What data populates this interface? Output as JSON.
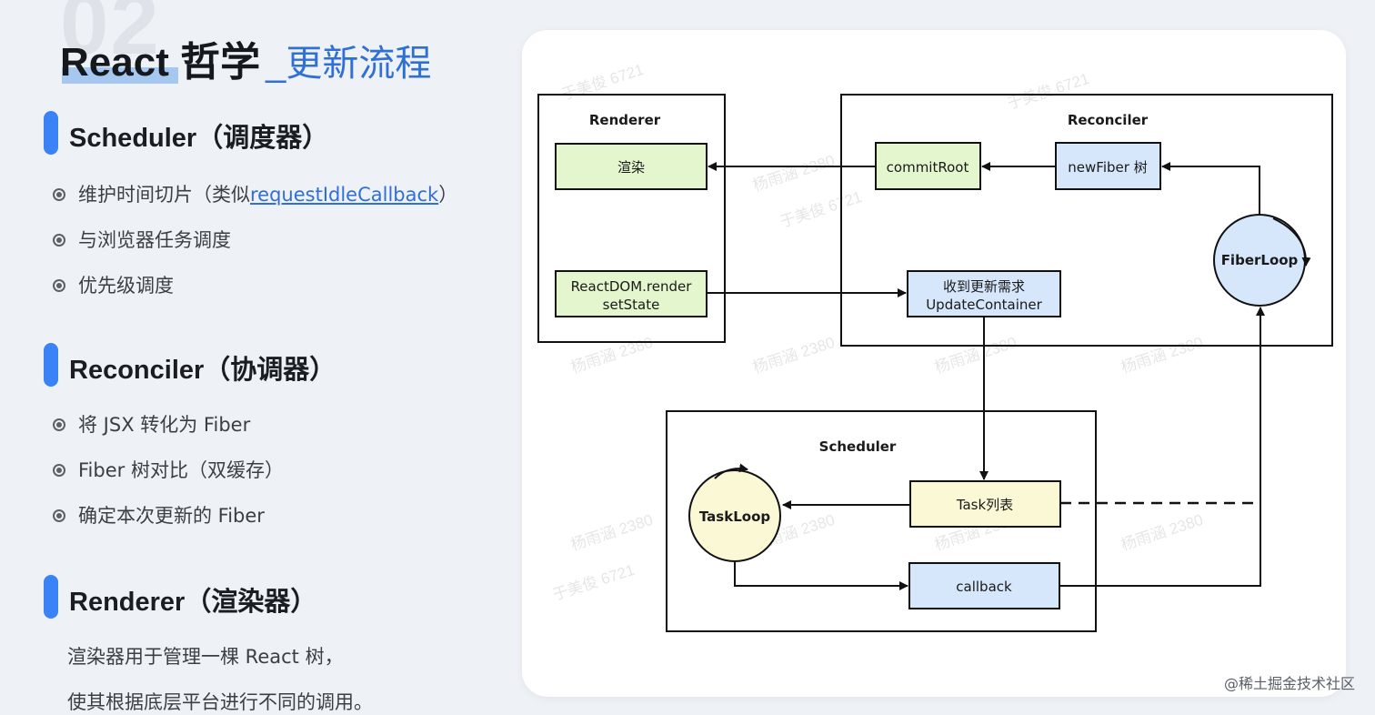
{
  "slide": {
    "bg_number": "02",
    "title_main": "React 哲学",
    "title_sub": "_更新流程"
  },
  "sections": [
    {
      "heading": "Scheduler（调度器）",
      "bullets": [
        {
          "text": "维护时间切片（类似",
          "link": "requestIdleCallback",
          "suffix": "）"
        },
        {
          "text": "与浏览器任务调度"
        },
        {
          "text": "优先级调度"
        }
      ]
    },
    {
      "heading": "Reconciler（协调器）",
      "bullets": [
        {
          "text": "将 JSX 转化为 Fiber"
        },
        {
          "text": "Fiber 树对比（双缓存）"
        },
        {
          "text": "确定本次更新的 Fiber"
        }
      ]
    },
    {
      "heading": "Renderer（渲染器）",
      "paragraph": [
        "渲染器用于管理一棵 React 树，",
        "使其根据底层平台进行不同的调用。"
      ]
    }
  ],
  "diagram": {
    "containers": {
      "renderer": "Renderer",
      "reconciler": "Reconciler",
      "scheduler": "Scheduler"
    },
    "boxes": {
      "render": "渲染",
      "reactdom_1": "ReactDOM.render",
      "reactdom_2": "setState",
      "commit": "commitRoot",
      "newfiber": "newFiber 树",
      "update_1": "收到更新需求",
      "update_2": "UpdateContainer",
      "tasklist": "Task列表",
      "callback": "callback"
    },
    "circles": {
      "fiberloop": "FiberLoop",
      "taskloop": "TaskLoop"
    },
    "colors": {
      "green": "#e4f6cd",
      "blue": "#d6e6fb",
      "yellow": "#fbf8d6",
      "circle_blue": "#d6e6fb",
      "circle_yellow": "#fbf8d6"
    },
    "watermarks": [
      "于美俊 6721",
      "杨雨涵 2380"
    ]
  },
  "footer": "@稀土掘金技术社区"
}
